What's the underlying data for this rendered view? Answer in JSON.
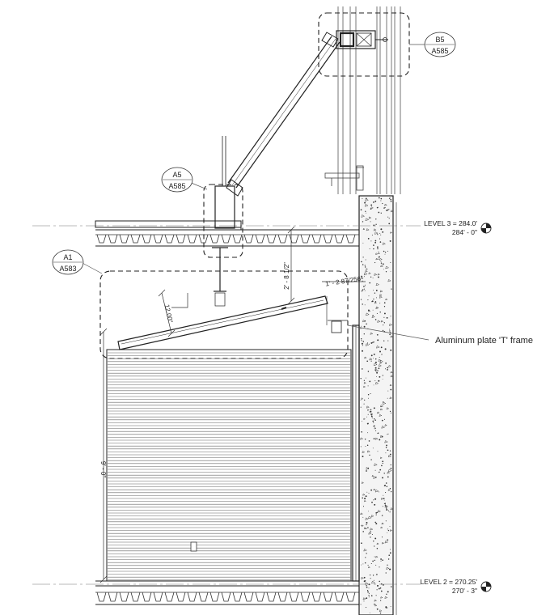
{
  "detail_tags": [
    {
      "id": "a5",
      "top": "A5",
      "bottom": "A585"
    },
    {
      "id": "b5",
      "top": "B5",
      "bottom": "A585"
    },
    {
      "id": "a1",
      "top": "A1",
      "bottom": "A583"
    }
  ],
  "levels": [
    {
      "id": "level3",
      "line1": "LEVEL 3 = 284.0'",
      "line2": "284' - 0\""
    },
    {
      "id": "level2",
      "line1": "LEVEL 2 = 270.25'",
      "line2": "270' - 3\""
    }
  ],
  "dimensions": {
    "height_above": "2' - 8 1/2\"",
    "slope": "1' - 2 87/256\"",
    "offset": "12.00\"",
    "door_height": "9' - 0\""
  },
  "callouts": [
    {
      "id": "aluminum-frame",
      "text": "Aluminum plate 'T' frame"
    }
  ],
  "colors": {
    "line": "#222222",
    "concrete_fill": "#f4f4f4",
    "background": "#ffffff"
  }
}
